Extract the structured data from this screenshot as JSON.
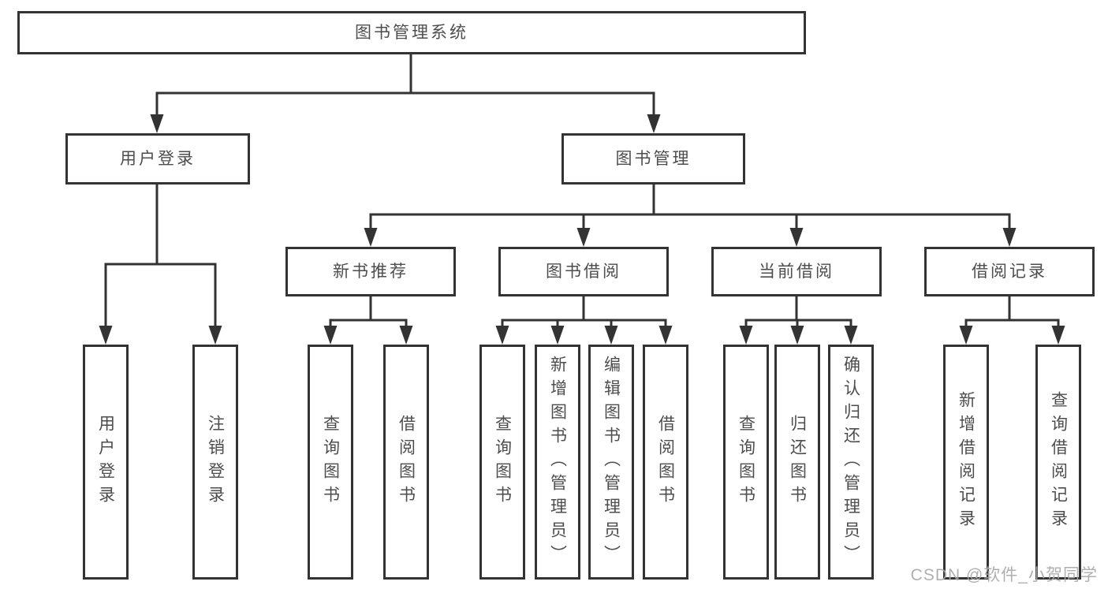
{
  "tree": {
    "root": {
      "label": "图书管理系统"
    },
    "user": {
      "label": "用户登录",
      "children": [
        {
          "label": "用户登录"
        },
        {
          "label": "注销登录"
        }
      ]
    },
    "books": {
      "label": "图书管理",
      "sections": [
        {
          "label": "新书推荐",
          "children": [
            {
              "label": "查询图书"
            },
            {
              "label": "借阅图书"
            }
          ]
        },
        {
          "label": "图书借阅",
          "children": [
            {
              "label": "查询图书"
            },
            {
              "label": "新增图书（管理员）"
            },
            {
              "label": "编辑图书（管理员）"
            },
            {
              "label": "借阅图书"
            }
          ]
        },
        {
          "label": "当前借阅",
          "children": [
            {
              "label": "查询图书"
            },
            {
              "label": "归还图书"
            },
            {
              "label": "确认归还（管理员）"
            }
          ]
        },
        {
          "label": "借阅记录",
          "children": [
            {
              "label": "新增借阅记录"
            },
            {
              "label": "查询借阅记录"
            }
          ]
        }
      ]
    }
  },
  "watermark": {
    "text": "CSDN @软件_小贺同学"
  },
  "colors": {
    "line": "#333333",
    "text": "#4d4d4d",
    "watermark": "#a8a8a8",
    "background": "#ffffff"
  }
}
